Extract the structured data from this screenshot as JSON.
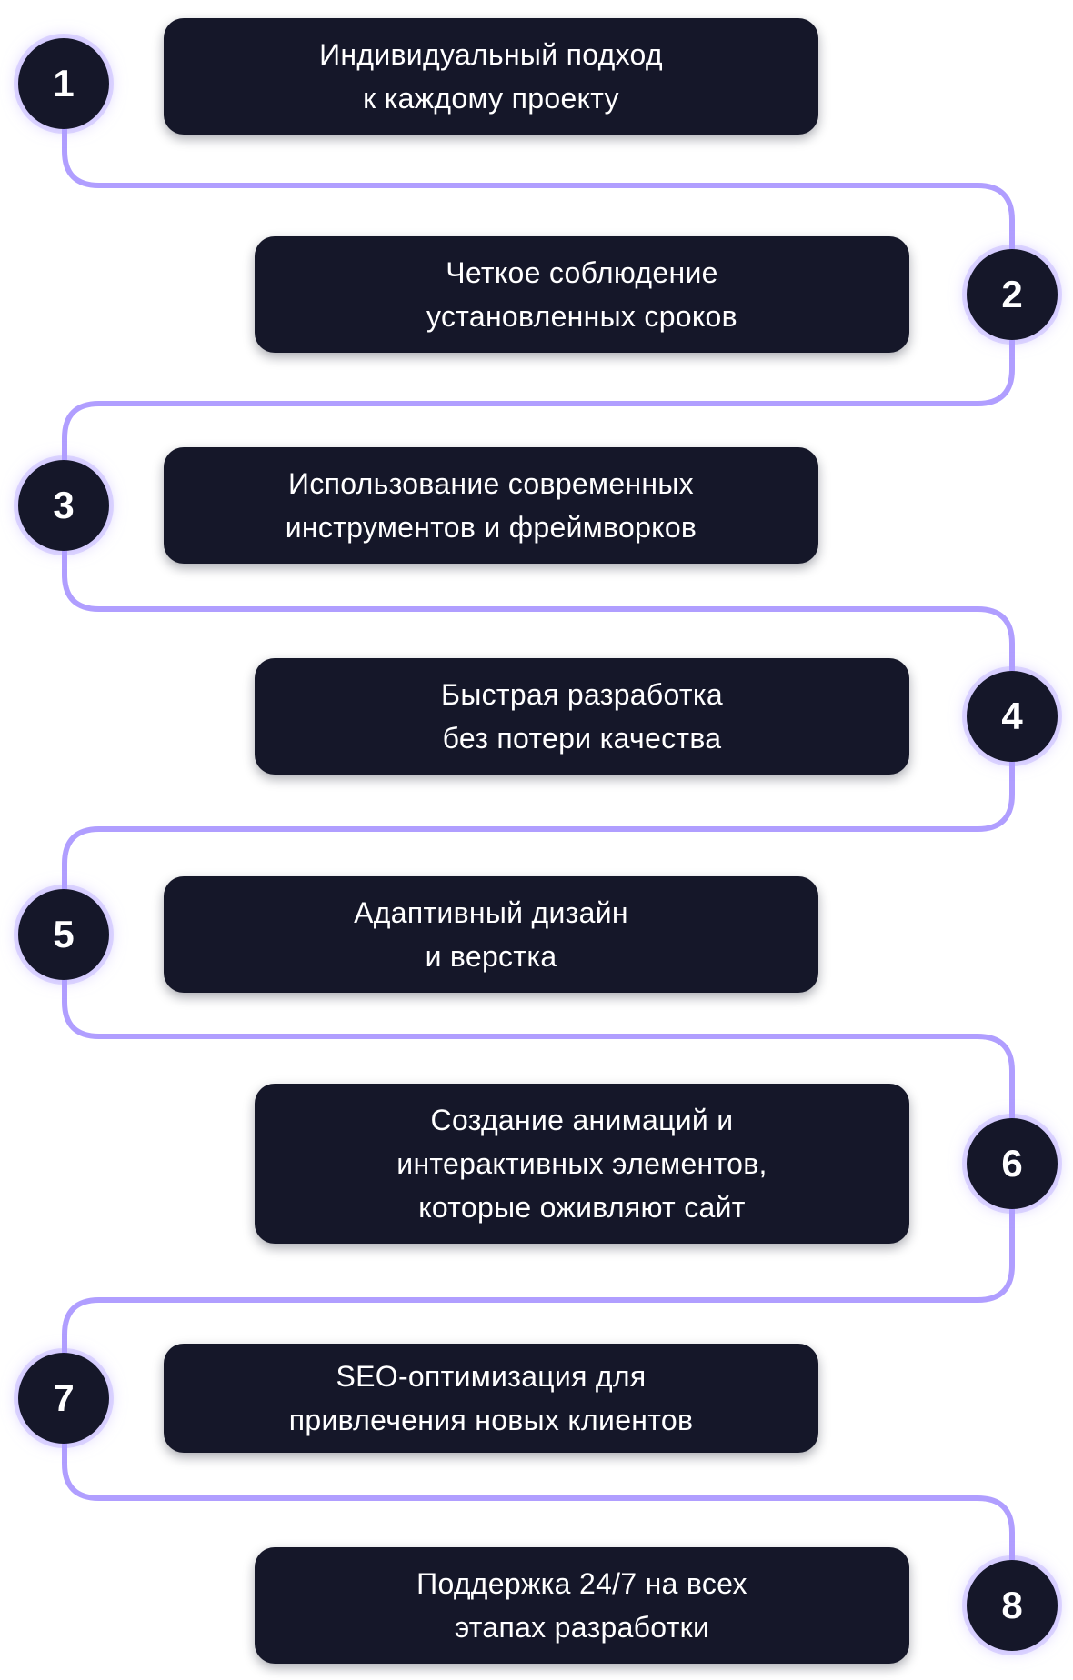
{
  "colors": {
    "box_background": "#151729",
    "text": "#ffffff",
    "connector": "#b09eff",
    "page_background": "#ffffff"
  },
  "steps": [
    {
      "number": "1",
      "text": "Индивидуальный подход\nк каждому проекту"
    },
    {
      "number": "2",
      "text": "Четкое соблюдение\nустановленных сроков"
    },
    {
      "number": "3",
      "text": "Использование современных\nинструментов и фреймворков"
    },
    {
      "number": "4",
      "text": "Быстрая разработка\nбез потери качества"
    },
    {
      "number": "5",
      "text": "Адаптивный дизайн\nи верстка"
    },
    {
      "number": "6",
      "text": "Создание анимаций и\nинтерактивных элементов,\nкоторые оживляют сайт"
    },
    {
      "number": "7",
      "text": "SEO-оптимизация для\nпривлечения новых клиентов"
    },
    {
      "number": "8",
      "text": "Поддержка 24/7 на всех\nэтапах разработки"
    }
  ]
}
